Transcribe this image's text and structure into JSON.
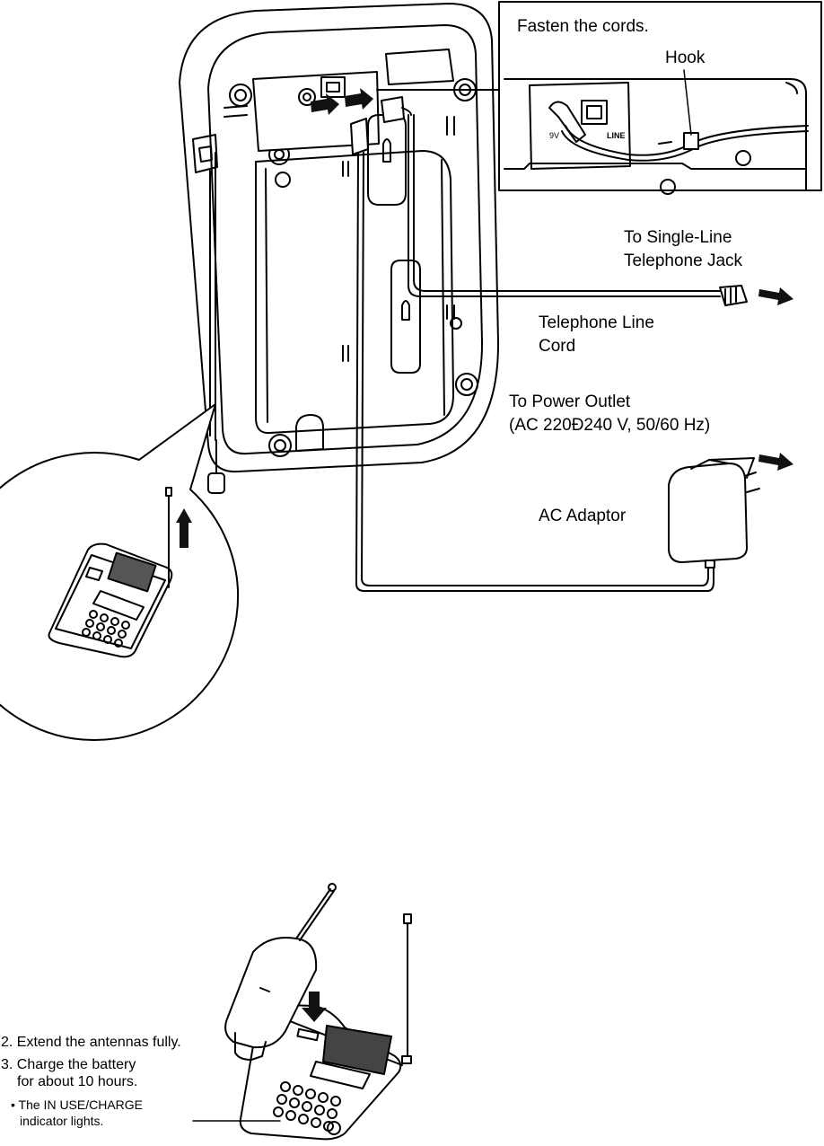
{
  "inset": {
    "title": "Fasten the cords.",
    "hook_label": "Hook",
    "dc_marking": "9V",
    "line_marking": "LINE"
  },
  "labels": {
    "jack_line1": "To Single-Line",
    "jack_line2": "Telephone Jack",
    "cord_line1": "Telephone Line",
    "cord_line2": "Cord",
    "outlet_line1": "To Power Outlet",
    "outlet_line2": "(AC 220Ð240 V, 50/60 Hz)",
    "adaptor": "AC Adaptor"
  },
  "steps": {
    "step2": "2. Extend the antennas fully.",
    "step3_line1": "3. Charge the battery",
    "step3_line2": "for about 10 hours.",
    "note_line1": "• The IN USE/CHARGE",
    "note_line2": "indicator lights."
  },
  "icons": [
    "insert-arrow-icon",
    "out-arrow-icon",
    "up-arrow-icon",
    "down-arrow-icon"
  ]
}
